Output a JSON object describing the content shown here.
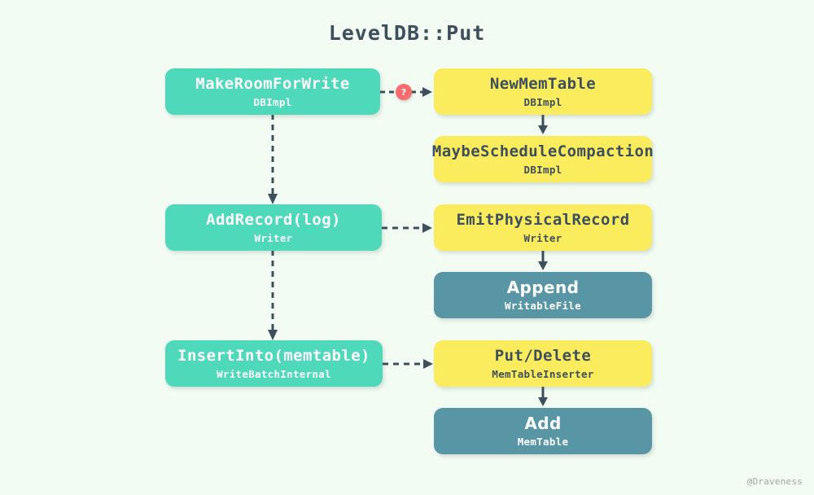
{
  "diagram": {
    "title": "LevelDB::Put",
    "background_color": "#f2fcf3",
    "watermark": "@Draveness",
    "badge": {
      "label": "?",
      "color": "#fa6a6e"
    },
    "palette": {
      "teal": "#4ed9bb",
      "yellow": "#fbec5d",
      "slate": "#5896a6",
      "text_dark": "#3d4f5c",
      "text_light": "#ffffff",
      "arrow": "#3d4f5c"
    },
    "nodes": [
      {
        "id": "make-room-for-write",
        "title": "MakeRoomForWrite",
        "subtitle": "DBImpl",
        "color": "teal"
      },
      {
        "id": "new-mem-table",
        "title": "NewMemTable",
        "subtitle": "DBImpl",
        "color": "yellow"
      },
      {
        "id": "maybe-schedule-compaction",
        "title": "MaybeScheduleCompaction",
        "subtitle": "DBImpl",
        "color": "yellow"
      },
      {
        "id": "add-record-log",
        "title": "AddRecord(log)",
        "subtitle": "Writer",
        "color": "teal"
      },
      {
        "id": "emit-physical-record",
        "title": "EmitPhysicalRecord",
        "subtitle": "Writer",
        "color": "yellow"
      },
      {
        "id": "append",
        "title": "Append",
        "subtitle": "WritableFile",
        "color": "slate"
      },
      {
        "id": "insert-into-memtable",
        "title": "InsertInto(memtable)",
        "subtitle": "WriteBatchInternal",
        "color": "teal"
      },
      {
        "id": "put-delete",
        "title": "Put/Delete",
        "subtitle": "MemTableInserter",
        "color": "yellow"
      },
      {
        "id": "add",
        "title": "Add",
        "subtitle": "MemTable",
        "color": "slate"
      }
    ],
    "edges": [
      {
        "from": "make-room-for-write",
        "to": "new-mem-table",
        "style": "dashed",
        "direction": "horizontal",
        "badge": "?"
      },
      {
        "from": "new-mem-table",
        "to": "maybe-schedule-compaction",
        "style": "solid",
        "direction": "vertical"
      },
      {
        "from": "make-room-for-write",
        "to": "add-record-log",
        "style": "dashed",
        "direction": "vertical"
      },
      {
        "from": "add-record-log",
        "to": "emit-physical-record",
        "style": "dashed",
        "direction": "horizontal"
      },
      {
        "from": "emit-physical-record",
        "to": "append",
        "style": "solid",
        "direction": "vertical"
      },
      {
        "from": "add-record-log",
        "to": "insert-into-memtable",
        "style": "dashed",
        "direction": "vertical"
      },
      {
        "from": "insert-into-memtable",
        "to": "put-delete",
        "style": "dashed",
        "direction": "horizontal"
      },
      {
        "from": "put-delete",
        "to": "add",
        "style": "solid",
        "direction": "vertical"
      }
    ]
  }
}
